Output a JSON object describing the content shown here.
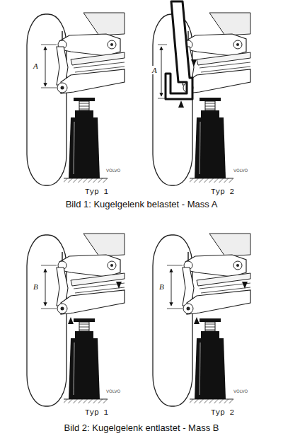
{
  "diagram": {
    "labels": [
      "A",
      "Typ 1",
      "VOLVO",
      "A",
      "Typ 2",
      "VOLVO",
      "Bild 1: Kugelgelenk belastet - Mass A",
      "B",
      "Typ 1",
      "VOLVO",
      "B",
      "Typ 2",
      "VOLVO",
      "Bild 2: Kugelgelenk entlastet - Mass B"
    ]
  }
}
